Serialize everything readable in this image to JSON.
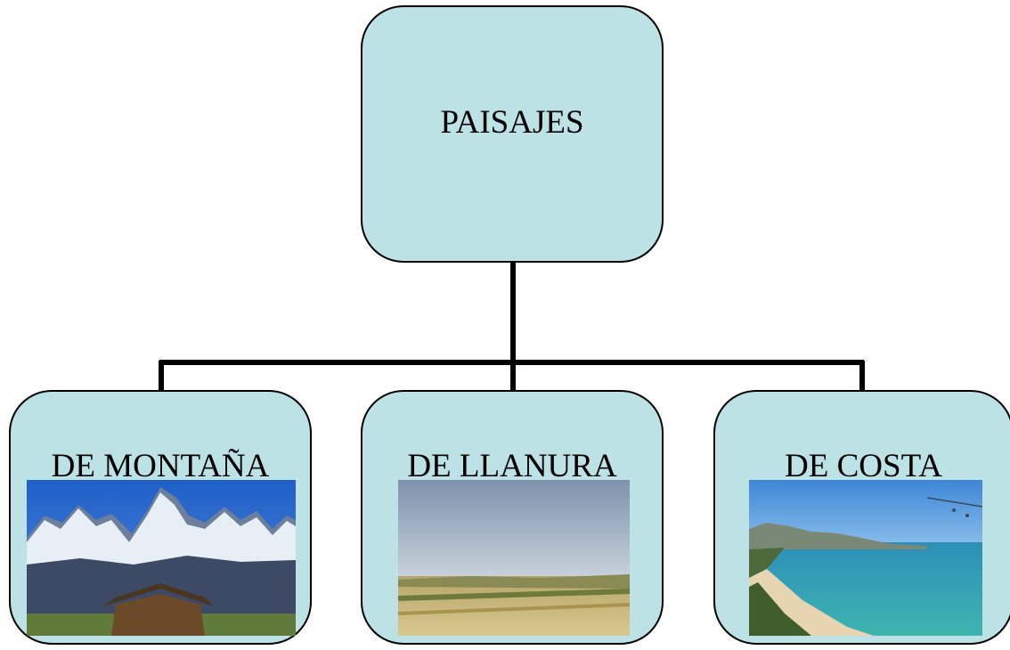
{
  "root": {
    "label": "PAISAJES"
  },
  "children": [
    {
      "label": "DE MONTAÑA",
      "image": "mountain-barn-photo"
    },
    {
      "label": "DE LLANURA",
      "image": "plain-field-photo"
    },
    {
      "label": "DE COSTA",
      "image": "coast-beach-photo"
    }
  ],
  "colors": {
    "node_fill": "#bce2e6",
    "stroke": "#000000"
  }
}
